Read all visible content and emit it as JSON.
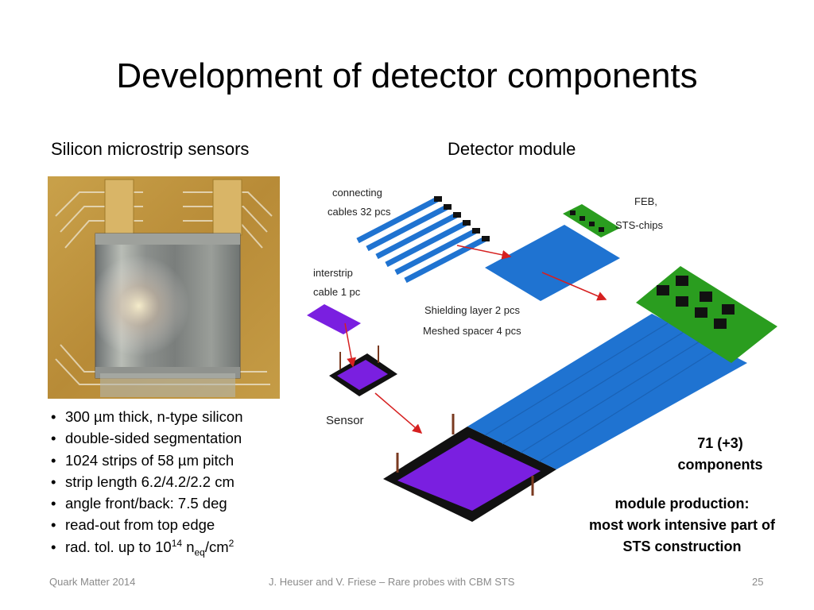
{
  "slide": {
    "title": "Development of detector components",
    "left_heading": "Silicon microstrip sensors",
    "right_heading": "Detector module"
  },
  "bullets": [
    "300 µm thick, n-type silicon",
    "double-sided segmentation",
    "1024 strips of 58 µm pitch",
    "strip length 6.2/4.2/2.2 cm",
    "angle front/back: 7.5 deg",
    "read-out from top edge"
  ],
  "last_bullet": {
    "prefix": "rad. tol. up to 10",
    "exp": "14",
    "n": " n",
    "sub": "eq",
    "unit": "/cm",
    "unit_exp": "2"
  },
  "diagram_labels": {
    "cables_line1": "connecting",
    "cables_line2": "cables 32 pcs",
    "feb_line1": "FEB,",
    "feb_line2": "STS-chips",
    "interstrip_line1": "interstrip",
    "interstrip_line2": "cable 1 pc",
    "shielding": "Shielding layer 2 pcs",
    "spacer": "Meshed spacer 4 pcs",
    "sensor": "Sensor"
  },
  "callouts": {
    "components_line1": "71 (+3)",
    "components_line2": "components",
    "production_line1": "module production:",
    "production_line2": "most work intensive part of",
    "production_line3": "STS construction"
  },
  "footer": {
    "left": "Quark Matter 2014",
    "center": "J. Heuser and V. Friese – Rare probes with CBM STS",
    "page": "25"
  },
  "colors": {
    "cable_blue": "#1f73d1",
    "sensor_purple": "#7a1fe0",
    "feb_green": "#2a9d1f",
    "arrow_red": "#d62020"
  }
}
